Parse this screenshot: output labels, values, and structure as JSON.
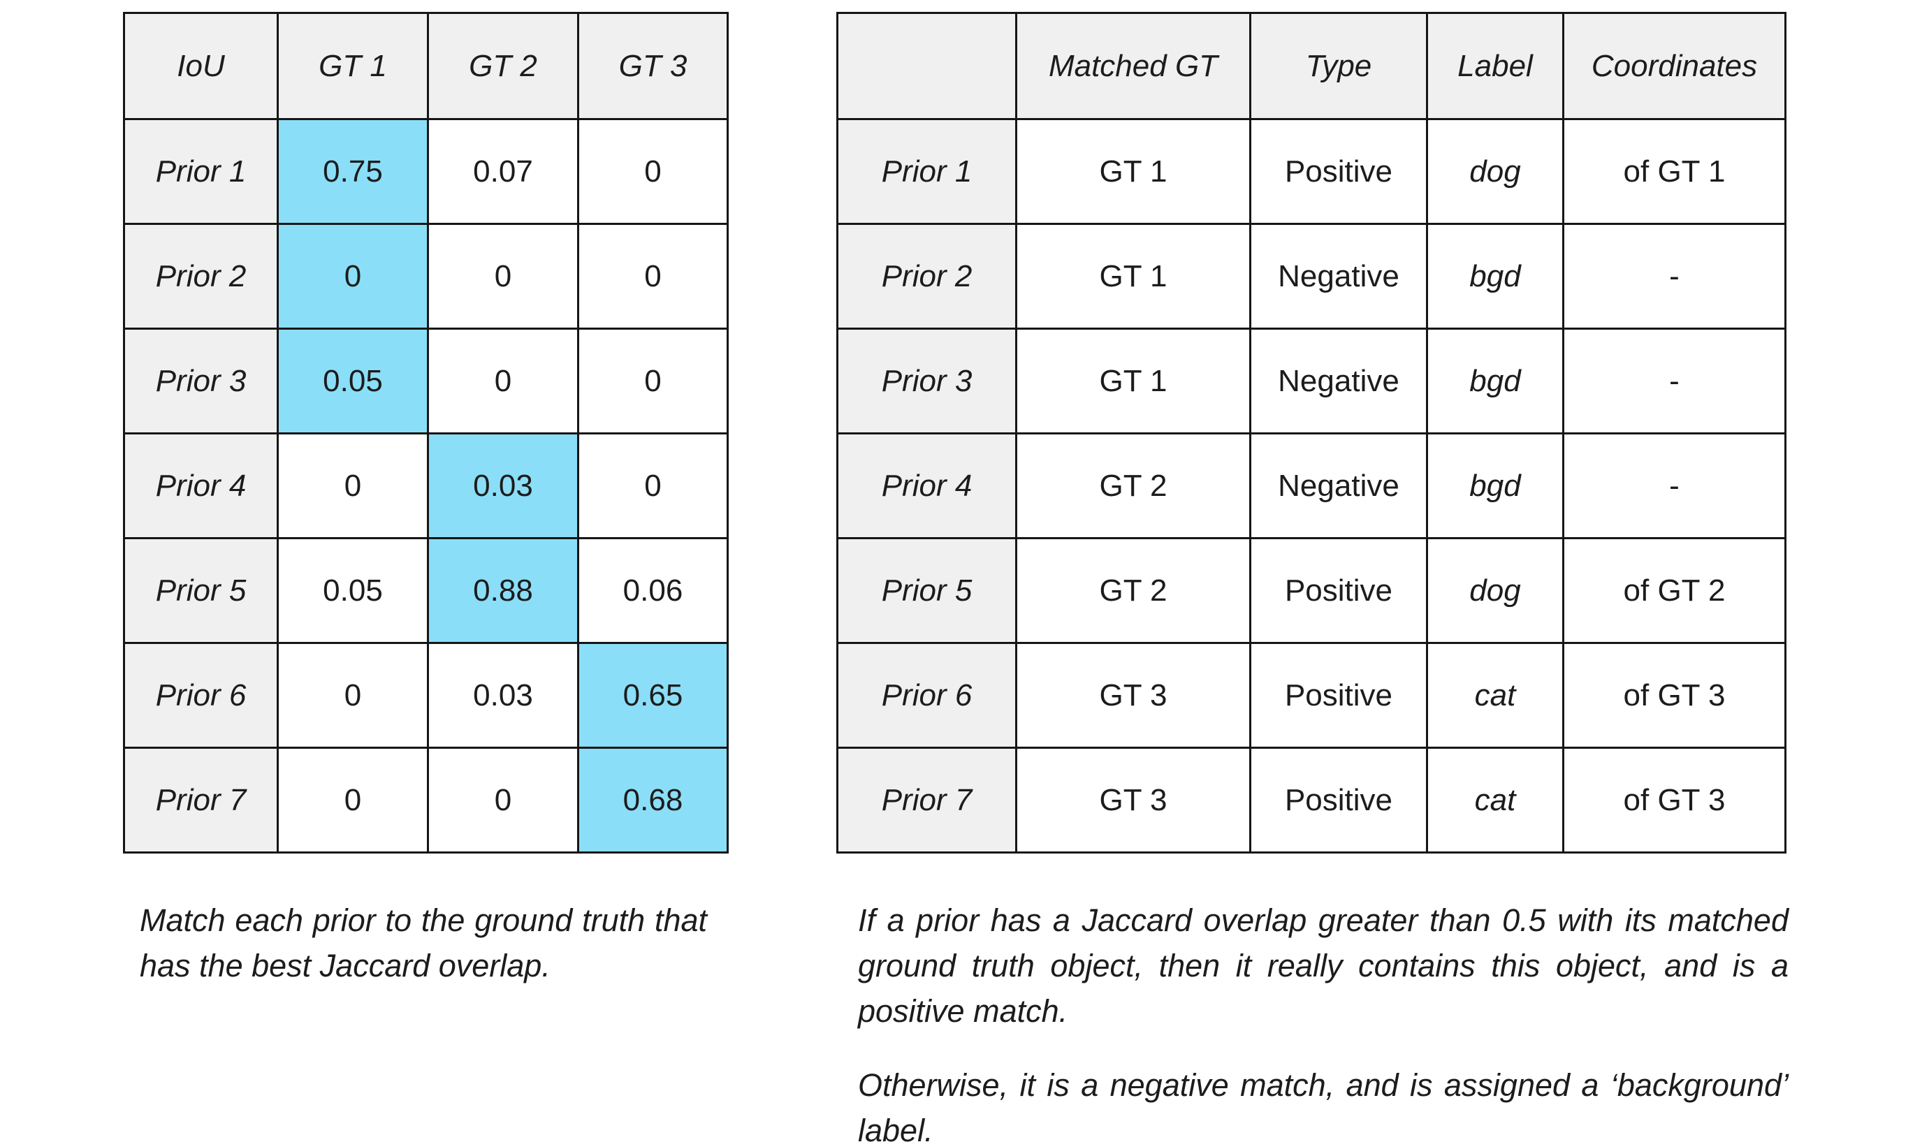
{
  "colors": {
    "highlight": "#8BDEF7",
    "header_bg": "#F0F0F0",
    "border": "#161616",
    "text": "#1c1c1c"
  },
  "left_table": {
    "headers": [
      "IoU",
      "GT 1",
      "GT 2",
      "GT 3"
    ],
    "rows": [
      {
        "label": "Prior 1",
        "values": [
          "0.75",
          "0.07",
          "0"
        ],
        "highlight_col": 0
      },
      {
        "label": "Prior 2",
        "values": [
          "0",
          "0",
          "0"
        ],
        "highlight_col": 0
      },
      {
        "label": "Prior 3",
        "values": [
          "0.05",
          "0",
          "0"
        ],
        "highlight_col": 0
      },
      {
        "label": "Prior 4",
        "values": [
          "0",
          "0.03",
          "0"
        ],
        "highlight_col": 1
      },
      {
        "label": "Prior 5",
        "values": [
          "0.05",
          "0.88",
          "0.06"
        ],
        "highlight_col": 1
      },
      {
        "label": "Prior 6",
        "values": [
          "0",
          "0.03",
          "0.65"
        ],
        "highlight_col": 2
      },
      {
        "label": "Prior 7",
        "values": [
          "0",
          "0",
          "0.68"
        ],
        "highlight_col": 2
      }
    ],
    "caption": "Match each prior to the ground truth that has the best Jaccard overlap."
  },
  "right_table": {
    "headers": [
      "",
      "Matched GT",
      "Type",
      "Label",
      "Coordinates"
    ],
    "rows": [
      {
        "label": "Prior 1",
        "matched_gt": "GT 1",
        "type": "Positive",
        "class_label": "dog",
        "coordinates": "of GT 1"
      },
      {
        "label": "Prior 2",
        "matched_gt": "GT 1",
        "type": "Negative",
        "class_label": "bgd",
        "coordinates": "-"
      },
      {
        "label": "Prior 3",
        "matched_gt": "GT 1",
        "type": "Negative",
        "class_label": "bgd",
        "coordinates": "-"
      },
      {
        "label": "Prior 4",
        "matched_gt": "GT 2",
        "type": "Negative",
        "class_label": "bgd",
        "coordinates": "-"
      },
      {
        "label": "Prior 5",
        "matched_gt": "GT 2",
        "type": "Positive",
        "class_label": "dog",
        "coordinates": "of GT 2"
      },
      {
        "label": "Prior 6",
        "matched_gt": "GT 3",
        "type": "Positive",
        "class_label": "cat",
        "coordinates": "of GT 3"
      },
      {
        "label": "Prior 7",
        "matched_gt": "GT 3",
        "type": "Positive",
        "class_label": "cat",
        "coordinates": "of GT 3"
      }
    ],
    "caption_paragraph_1": "If a prior has a Jaccard overlap greater than 0.5 with its matched ground truth object, then it really contains this object, and is a positive match.",
    "caption_paragraph_2": "Otherwise, it is a negative match, and is assigned a ‘background’ label."
  }
}
